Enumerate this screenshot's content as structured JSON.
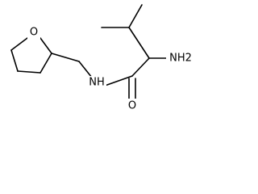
{
  "molecule": {
    "atoms": {
      "ring_oxygen": "O",
      "amide_nitrogen": "NH",
      "amine": "NH2",
      "carbonyl_oxygen": "O"
    }
  }
}
